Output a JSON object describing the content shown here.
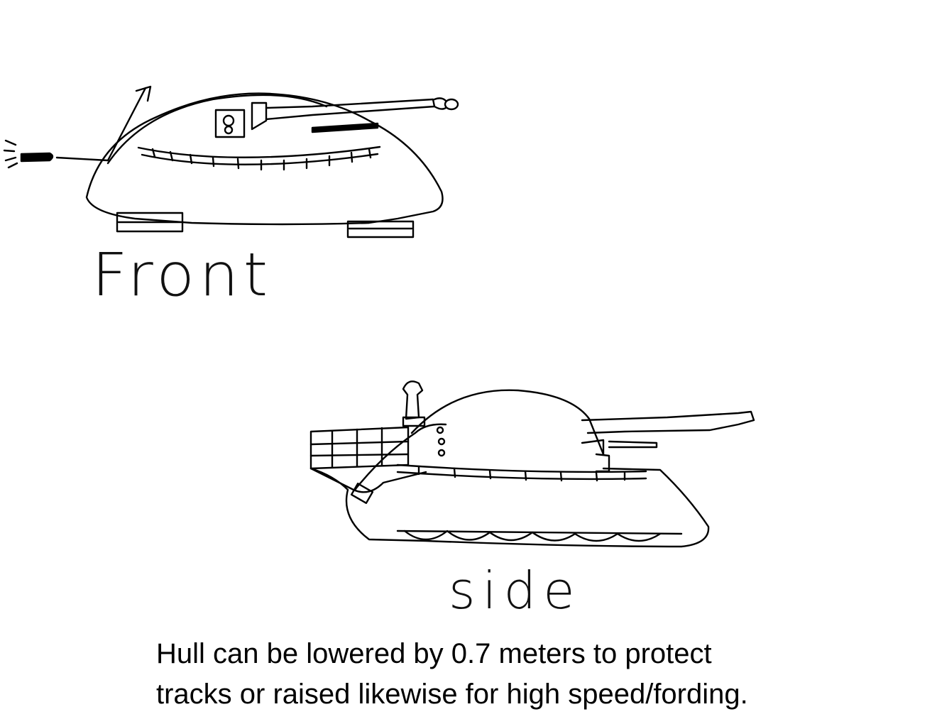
{
  "labels": {
    "front": "Front",
    "side": "side"
  },
  "caption": {
    "line1": "Hull can be lowered by 0.7 meters to protect",
    "line2": "tracks or raised likewise for high speed/fording."
  },
  "colors": {
    "ink": "#000000",
    "paper": "#ffffff"
  }
}
